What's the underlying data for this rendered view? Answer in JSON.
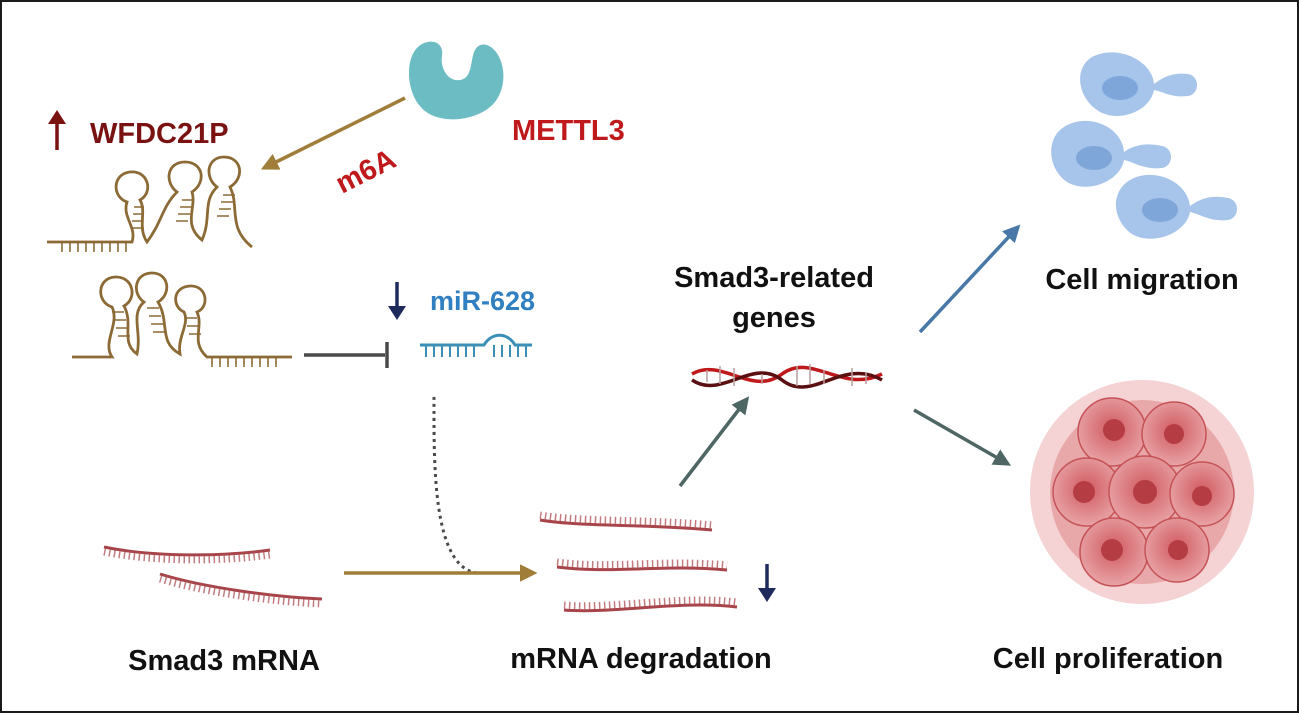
{
  "labels": {
    "wfdc21p": "WFDC21P",
    "mettl3": "METTL3",
    "m6a": "m6A",
    "mir628": "miR-628",
    "smad3_related_line1": "Smad3-related",
    "smad3_related_line2": "genes",
    "cell_migration": "Cell migration",
    "cell_proliferation": "Cell proliferation",
    "smad3_mrna": "Smad3 mRNA",
    "mrna_degradation": "mRNA degradation"
  },
  "indicators": {
    "wfdc21p": "up",
    "mir628": "down",
    "mrna_degradation": "down"
  },
  "colors": {
    "dark_red": "#7a1212",
    "red": "#c0191c",
    "blue": "#2f7fc1",
    "navy": "#1f2a5c",
    "teal_protein": "#6cbcc4",
    "rna_brown": "#8c6a35",
    "mirna_blue": "#3a8fb6",
    "mrna_red": "#a8454a",
    "arrow_gold": "#a17d3a",
    "arrow_slate": "#4e6664",
    "arrow_blue": "#4878a8",
    "cell_blue": "#a7c4ea",
    "tumor_red": "#d8686c"
  }
}
